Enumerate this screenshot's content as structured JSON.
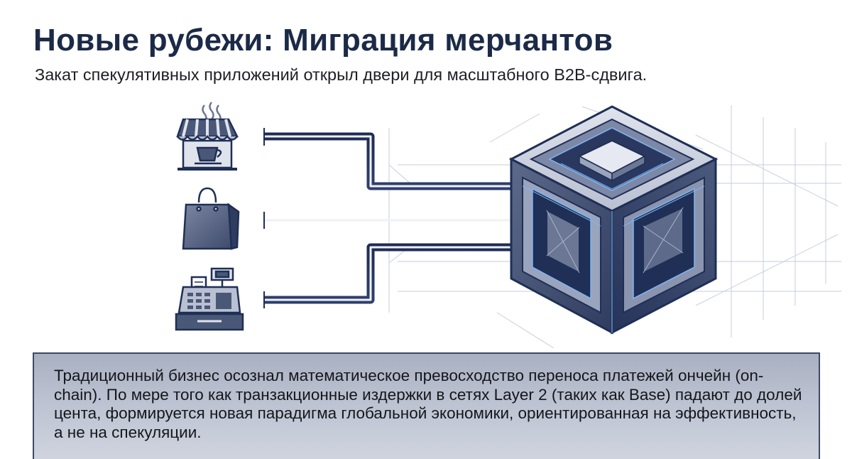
{
  "slide": {
    "title": "Новые рубежи: Миграция мерчантов",
    "subtitle": "Закат спекулятивных приложений открыл двери для масштабного B2B-сдвига."
  },
  "illustration": {
    "merchant_icons": [
      "cafe-storefront-icon",
      "shopping-bag-icon",
      "cash-register-icon"
    ],
    "hub_icon": "blockchain-cube-icon",
    "colors": {
      "navy": "#1f2f55",
      "steel": "#6b7795",
      "light": "#cdd3e0",
      "glow": "#7fb6f2"
    }
  },
  "callout": {
    "text": "Традиционный бизнес осознал математическое превосходство переноса платежей ончейн (on-chain). По мере того как транзакционные издержки в сетях Layer 2 (таких как Base) падают до долей цента, формируется новая парадигма глобальной экономики, ориентированная на эффективность, а не на спекуляции."
  }
}
